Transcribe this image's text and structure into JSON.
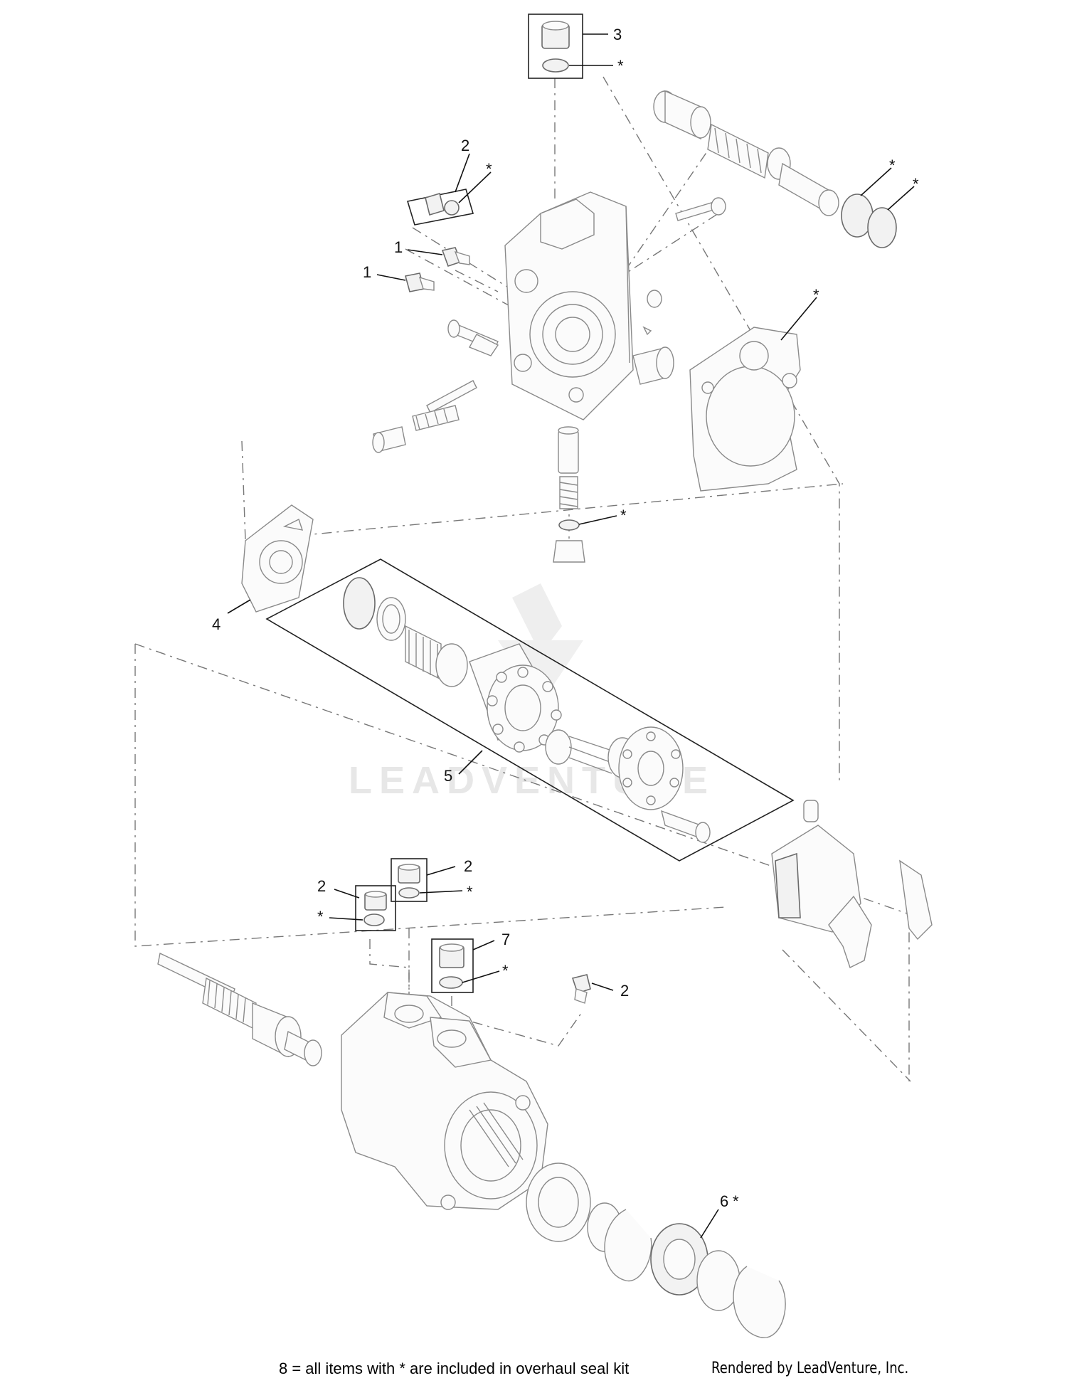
{
  "callouts": {
    "c1a": "1",
    "c1b": "1",
    "c2a": "2",
    "c2b": "2",
    "c2c": "2",
    "c2d": "2",
    "c3": "3",
    "c4": "4",
    "c5": "5",
    "c6": "6",
    "c7": "7"
  },
  "seal_kit_marker": "*",
  "footer": {
    "note": "8 = all items with * are included in overhaul seal kit",
    "credit": "Rendered by LeadVenture, Inc."
  },
  "watermark": "LEADVENTURE"
}
